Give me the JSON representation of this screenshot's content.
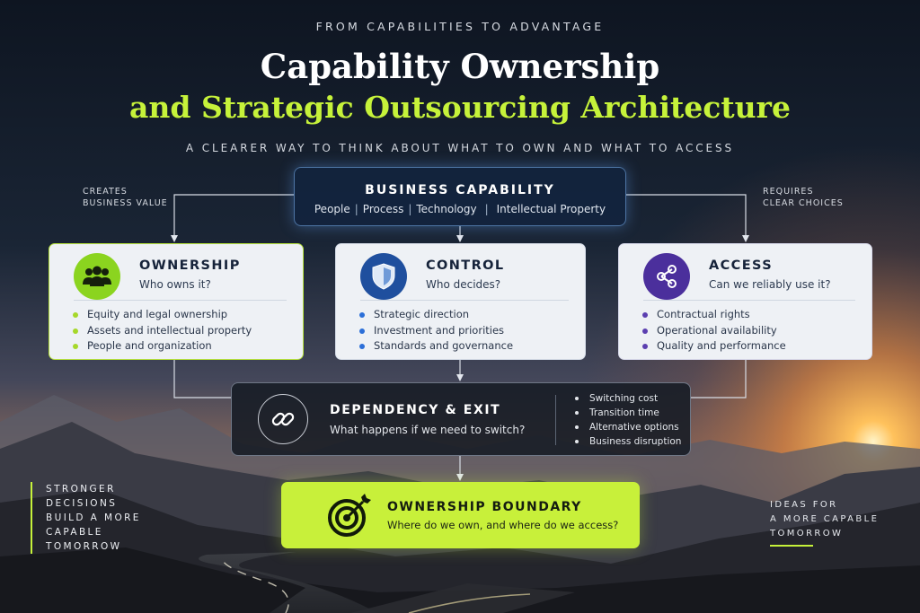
{
  "header": {
    "kicker": "FROM CAPABILITIES TO ADVANTAGE",
    "title_line1": "Capability Ownership",
    "title_line2": "and Strategic Outsourcing Architecture",
    "subtitle": "A CLEARER WAY TO THINK ABOUT WHAT TO OWN AND WHAT TO ACCESS"
  },
  "side_notes": {
    "left": [
      "CREATES",
      "BUSINESS VALUE"
    ],
    "right": [
      "REQUIRES",
      "CLEAR CHOICES"
    ]
  },
  "capability": {
    "title": "BUSINESS CAPABILITY",
    "items": [
      "People",
      "Process",
      "Technology",
      "Intellectual Property"
    ]
  },
  "cards": [
    {
      "title": "OWNERSHIP",
      "question": "Who owns it?",
      "icon": "people-group-icon",
      "accent": "#8bd41f",
      "bullets": [
        "Equity and legal ownership",
        "Assets and intellectual property",
        "People and organization"
      ]
    },
    {
      "title": "CONTROL",
      "question": "Who decides?",
      "icon": "shield-icon",
      "accent": "#1f63c9",
      "bullets": [
        "Strategic direction",
        "Investment and priorities",
        "Standards and governance"
      ]
    },
    {
      "title": "ACCESS",
      "question": "Can we reliably use it?",
      "icon": "share-nodes-icon",
      "accent": "#5b3fb0",
      "bullets": [
        "Contractual rights",
        "Operational availability",
        "Quality and performance"
      ]
    }
  ],
  "dependency": {
    "title": "DEPENDENCY & EXIT",
    "question": "What happens if we need to switch?",
    "icon": "chain-link-icon",
    "bullets": [
      "Switching cost",
      "Transition time",
      "Alternative options",
      "Business disruption"
    ]
  },
  "boundary": {
    "title": "OWNERSHIP BOUNDARY",
    "question": "Where do we own, and where do we access?",
    "icon": "target-arrow-icon",
    "accent": "#c8f03a"
  },
  "quote": [
    "STRONGER",
    "DECISIONS",
    "BUILD A MORE",
    "CAPABLE",
    "TOMORROW"
  ],
  "ideas": [
    "IDEAS FOR",
    "A MORE CAPABLE",
    "TOMORROW"
  ]
}
